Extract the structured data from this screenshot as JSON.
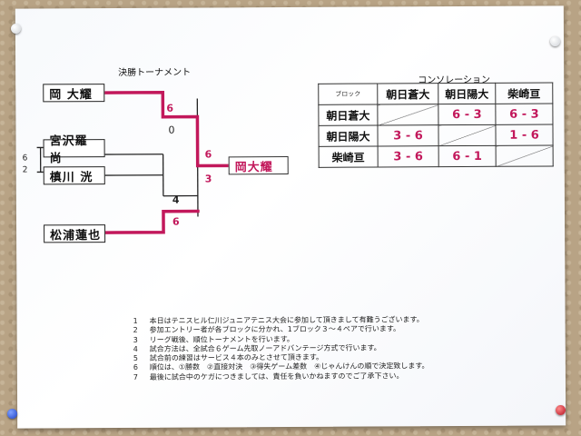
{
  "tournament": {
    "title": "決勝トーナメント",
    "players": [
      "岡 大耀",
      "宮沢羅 尚",
      "槙川 洸",
      "松浦蓮也"
    ],
    "champion": "岡大耀",
    "scores": {
      "top_upper": "6",
      "top_lower": "0",
      "bottom_upper": "4",
      "bottom_lower": "6",
      "final_upper": "6",
      "final_lower": "3",
      "side_upper": "6",
      "side_lower": "2"
    }
  },
  "consolation": {
    "title": "コンソレーション",
    "header_label": "ブロック",
    "columns": [
      "朝日蒼大",
      "朝日陽大",
      "柴崎亘"
    ],
    "rows": [
      {
        "name": "朝日蒼大",
        "cells": [
          "",
          "6 - 3",
          "6 - 3"
        ]
      },
      {
        "name": "朝日陽大",
        "cells": [
          "3 - 6",
          "",
          "1 - 6"
        ]
      },
      {
        "name": "柴崎亘",
        "cells": [
          "3 - 6",
          "6 - 1",
          ""
        ]
      }
    ]
  },
  "notes": [
    {
      "num": "1",
      "text": "本日はテニスヒル仁川ジュニアテニス大会に参加して頂きまして有難うございます。"
    },
    {
      "num": "2",
      "text": "参加エントリー者が各ブロックに分かれ、1ブロック３～４ペアで行います。"
    },
    {
      "num": "3",
      "text": "リーグ戦後、順位トーナメントを行います。"
    },
    {
      "num": "4",
      "text": "試合方法は、全試合６ゲーム先取ノーアドバンテージ方式で行います。"
    },
    {
      "num": "5",
      "text": "試合前の練習はサービス４本のみとさせて頂きます。"
    },
    {
      "num": "6",
      "text": "順位は、①勝数　②直接対決　③得失ゲーム差数　④じゃんけんの順で決定致します。"
    },
    {
      "num": "7",
      "text": "最後に試合中のケガにつきましては、責任を負いかねますのでご了承下さい。"
    }
  ],
  "colors": {
    "winner_line": "#c2185b",
    "ink": "#222222"
  }
}
